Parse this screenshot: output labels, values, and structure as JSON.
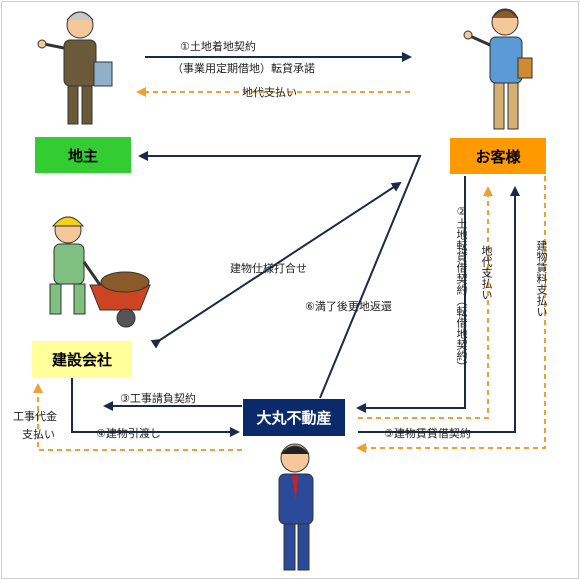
{
  "nodes": {
    "landowner": "地主",
    "customer": "お客様",
    "builder": "建設会社",
    "daimaru": "大丸不動産"
  },
  "labels": {
    "land_contract_line1": "①土地着地契約",
    "land_contract_line2": "（事業用定期借地）転貸承諾",
    "rent_payment": "地代支払い",
    "spec_meeting": "建物仕様打合せ",
    "return_land": "⑥満了後更地返還",
    "sublease_contract": "②土地転貸借契約（転借地契約）",
    "rent_payment_vertical": "地代支払い",
    "building_rent_payment": "建物賃料支払い",
    "construction_contract": "③工事請負契約",
    "building_handover": "④建物引渡し",
    "building_lease_contract": "⑤建物賃貸借契約",
    "construction_fee_line1": "工事代金",
    "construction_fee_line2": "支払い"
  },
  "colors": {
    "landowner_box": "#33cc33",
    "customer_box": "#ff9900",
    "builder_box": "#ffff99",
    "daimaru_box": "#0a2a6b",
    "solid_arrow": "#1a2a4a",
    "dashed_arrow": "#f0a030"
  },
  "icons": [
    "landowner-person-icon",
    "customer-person-icon",
    "builder-worker-icon",
    "daimaru-staff-icon"
  ]
}
